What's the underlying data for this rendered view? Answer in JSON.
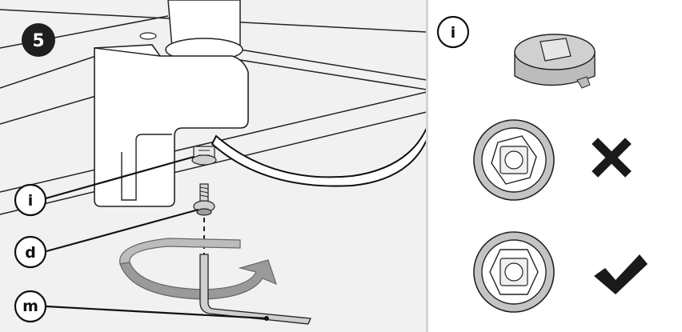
{
  "step": {
    "number": "5"
  },
  "callouts": {
    "i": "i",
    "d": "d",
    "m": "m"
  },
  "detail_panel": {
    "callout": "i",
    "examples": [
      {
        "status": "incorrect",
        "symbol": "cross-icon"
      },
      {
        "status": "correct",
        "symbol": "check-icon"
      }
    ]
  },
  "colors": {
    "badge": "#1f1f1f",
    "line": "#111111",
    "metal": "#bdbdbd",
    "arrow": "#9a9a9a",
    "background": "#f1f1f1"
  }
}
